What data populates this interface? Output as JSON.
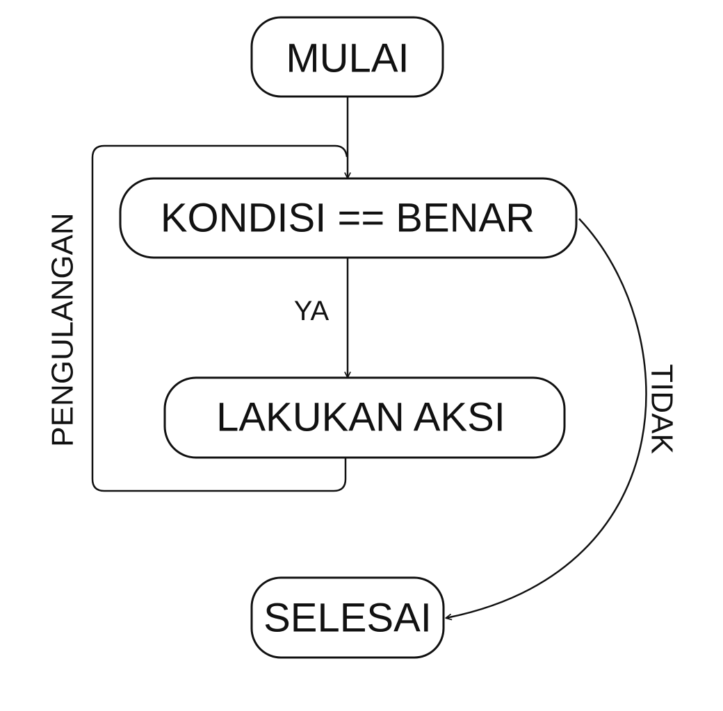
{
  "nodes": {
    "start": {
      "label": "MULAI"
    },
    "condition": {
      "label": "KONDISI == BENAR"
    },
    "action": {
      "label": "LAKUKAN AKSI"
    },
    "end": {
      "label": "SELESAI"
    }
  },
  "edges": {
    "yes_label": "YA",
    "no_label": "TIDAK",
    "loop_label": "PENGULANGAN"
  },
  "colors": {
    "stroke": "#111111",
    "background": "#ffffff"
  }
}
